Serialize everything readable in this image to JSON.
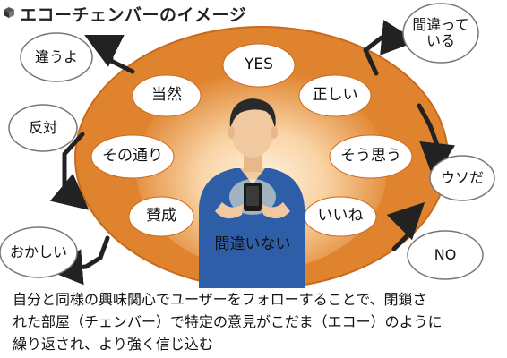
{
  "title": "エコーチェンバーのイメージ",
  "colors": {
    "ellipse_fill": "#e0832e",
    "ellipse_edge": "#c86a1c",
    "glow": "#f8c98e",
    "bubble_fill": "#ffffff",
    "arrow": "#222222",
    "person_shirt": "#2f5ea8",
    "person_skin": "#f1c9a0",
    "person_hair": "#2a2a2a"
  },
  "inner_bubbles": [
    {
      "id": "yes",
      "label": "YES"
    },
    {
      "id": "touzen",
      "label": "当然"
    },
    {
      "id": "tadashii",
      "label": "正しい"
    },
    {
      "id": "sonotoori",
      "label": "その通り"
    },
    {
      "id": "sou-omou",
      "label": "そう思う"
    },
    {
      "id": "sansei",
      "label": "賛成"
    },
    {
      "id": "iine",
      "label": "いいね"
    },
    {
      "id": "machigai-nai",
      "label": "間違いない"
    }
  ],
  "outer_bubbles": [
    {
      "id": "chigau-yo",
      "label": "違うよ"
    },
    {
      "id": "hantai",
      "label": "反対"
    },
    {
      "id": "okashii",
      "label": "おかしい"
    },
    {
      "id": "machigatte-iru",
      "lines": [
        "間違って",
        "いる"
      ]
    },
    {
      "id": "uso-da",
      "label": "ウソだ"
    },
    {
      "id": "no",
      "label": "NO"
    }
  ],
  "caption_lines": [
    "自分と同様の興味関心でユーザーをフォローすることで、閉鎖さ",
    "れた部屋（チェンバー）で特定の意見がこだま（エコー）のように",
    "繰り返され、より強く信じ込む"
  ]
}
